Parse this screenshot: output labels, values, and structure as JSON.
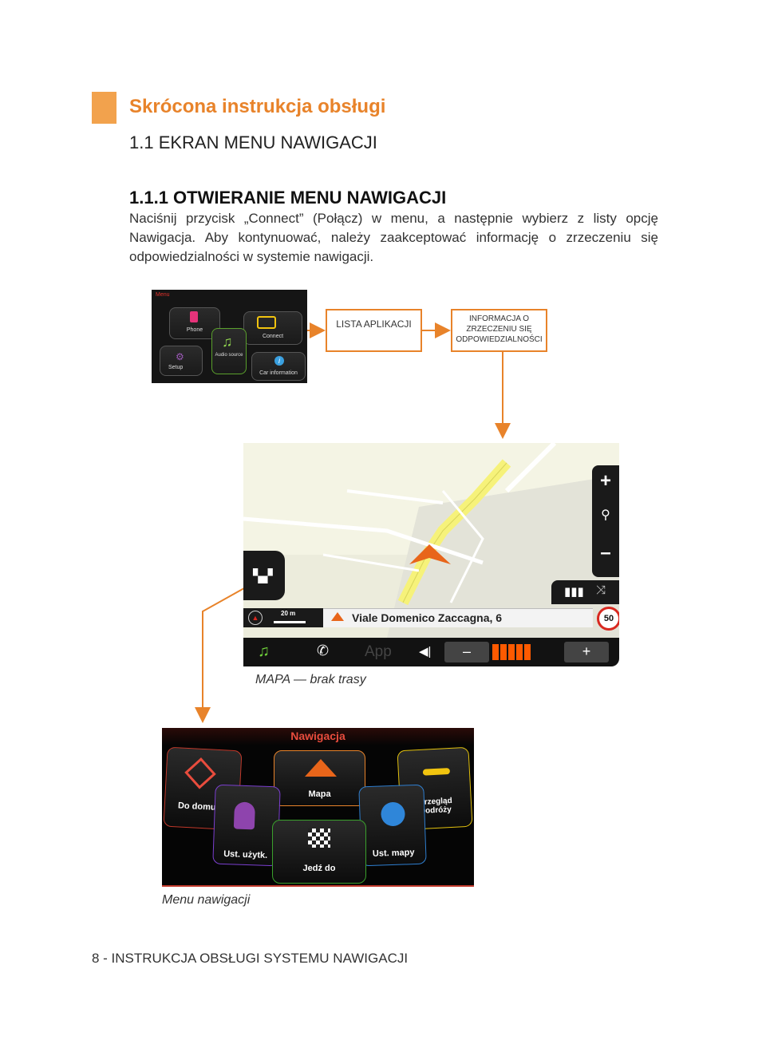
{
  "header": {
    "section_title": "Skrócona instrukcja obsługi",
    "subtitle": "1.1 EKRAN MENU NAWIGACJI"
  },
  "section": {
    "heading": "1.1.1 OTWIERANIE MENU NAWIGACJI",
    "paragraph": "Naciśnij przycisk „Connect” (Połącz) w menu, a następnie wybierz z listy opcję Nawigacja. Aby kontynuować, należy zaakceptować informację o zrzeczeniu się odpowiedzialności w systemie nawigacji."
  },
  "car_menu": {
    "title": "Menu",
    "tiles": {
      "phone": "Phone",
      "connect": "Connect",
      "audio": "Audio source",
      "setup": "Setup",
      "car_info": "Car information"
    }
  },
  "callouts": {
    "app_list": "LISTA APLIKACJI",
    "disclaimer": "INFORMACJA O ZRZECZENIU SIĘ ODPOWIEDZIALNOŚCI"
  },
  "map": {
    "street": "Viale Domenico Zaccagna, 6",
    "scale": "20 m",
    "speed_limit": "50",
    "app_label": "App",
    "caption": "MAPA — brak trasy"
  },
  "nav_menu": {
    "title": "Nawigacja",
    "items": {
      "home": "Do domu",
      "map": "Mapa",
      "trip": "Przegląd podróży",
      "user_settings": "Ust. użytk.",
      "map_settings": "Ust. mapy",
      "go_to": "Jedź do"
    },
    "caption": "Menu nawigacji"
  },
  "footer": {
    "text": "8 - INSTRUKCJA OBSŁUGI SYSTEMU NAWIGACJI"
  },
  "colors": {
    "accent": "#e8832a",
    "accent_light": "#f2a24d",
    "nav_red": "#e84c3d"
  }
}
